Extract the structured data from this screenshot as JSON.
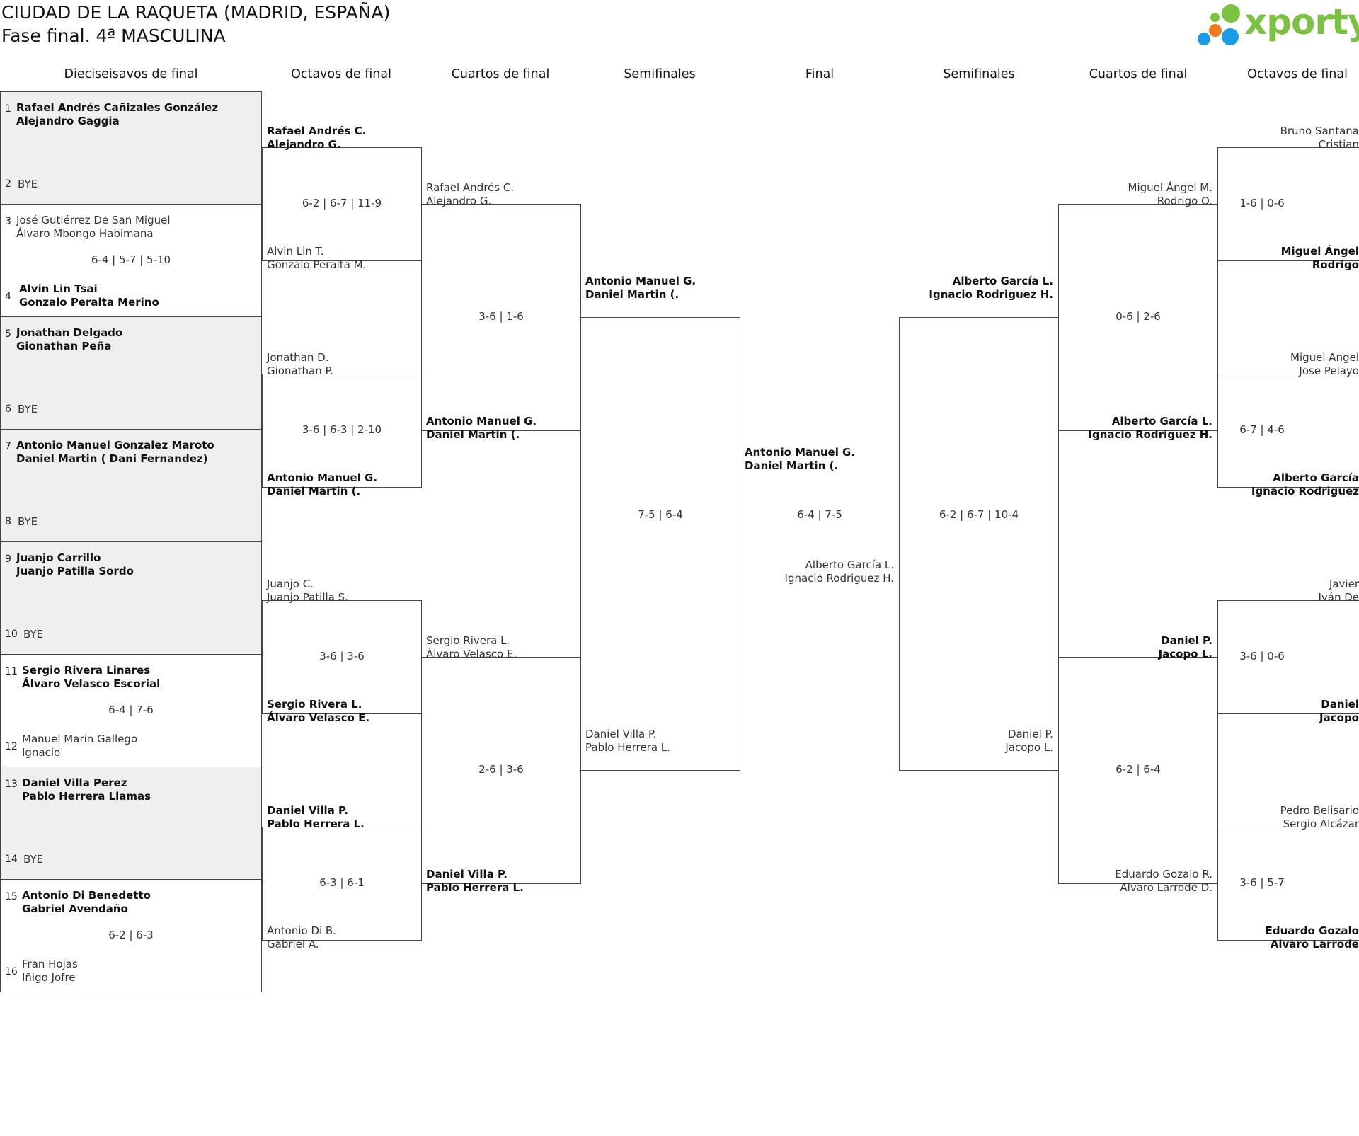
{
  "header": {
    "title_line1": "CIUDAD DE LA RAQUETA (MADRID, ESPAÑA)",
    "title_line2": "Fase final. 4ª MASCULINA",
    "logo_text": "xporty",
    "logo_colors": {
      "text": "#7cc242",
      "green": "#7cc242",
      "orange": "#f07c1c",
      "blue": "#1a9be6"
    }
  },
  "columns": [
    "Dieciseisavos de final",
    "Octavos de final",
    "Cuartos de final",
    "Semifinales",
    "Final",
    "Semifinales",
    "Cuartos de final",
    "Octavos de final"
  ],
  "r32": [
    {
      "seed_a": "1",
      "a": [
        "Rafael Andrés Cañizales González",
        "Alejandro Gaggia"
      ],
      "seed_b": "2",
      "b": "BYE",
      "score": "",
      "winner": "a"
    },
    {
      "seed_a": "3",
      "a": [
        "José Gutiérrez De San Miguel",
        "Álvaro Mbongo Habimana"
      ],
      "seed_b": "4",
      "b": [
        "Alvin Lin Tsai",
        "Gonzalo Peralta Merino"
      ],
      "score": "6-4 | 5-7 | 5-10",
      "winner": "b"
    },
    {
      "seed_a": "5",
      "a": [
        "Jonathan Delgado",
        "Gionathan Peña"
      ],
      "seed_b": "6",
      "b": "BYE",
      "score": "",
      "winner": "a"
    },
    {
      "seed_a": "7",
      "a": [
        "Antonio Manuel Gonzalez Maroto",
        "Daniel Martin ( Dani Fernandez)"
      ],
      "seed_b": "8",
      "b": "BYE",
      "score": "",
      "winner": "a"
    },
    {
      "seed_a": "9",
      "a": [
        "Juanjo Carrillo",
        "Juanjo Patilla Sordo"
      ],
      "seed_b": "10",
      "b": "BYE",
      "score": "",
      "winner": "a"
    },
    {
      "seed_a": "11",
      "a": [
        "Sergio Rivera Linares",
        "Álvaro Velasco Escorial"
      ],
      "seed_b": "12",
      "b": [
        "Manuel Marin Gallego",
        "Ignacio"
      ],
      "score": "6-4 | 7-6",
      "winner": "a"
    },
    {
      "seed_a": "13",
      "a": [
        "Daniel Villa Perez",
        "Pablo Herrera Llamas"
      ],
      "seed_b": "14",
      "b": "BYE",
      "score": "",
      "winner": "a"
    },
    {
      "seed_a": "15",
      "a": [
        "Antonio Di Benedetto",
        "Gabriel Avendaño"
      ],
      "seed_b": "16",
      "b": [
        "Fran Hojas",
        "Iñigo Jofre"
      ],
      "score": "6-2 | 6-3",
      "winner": "a"
    }
  ],
  "r16_left": [
    {
      "a": [
        "Rafael Andrés C.",
        "Alejandro G."
      ],
      "b": [
        "Alvin Lin T.",
        "Gonzalo Peralta M."
      ],
      "score": "6-2 | 6-7 | 11-9",
      "winner": "a"
    },
    {
      "a": [
        "Jonathan D.",
        "Gionathan P."
      ],
      "b": [
        "Antonio Manuel G.",
        "Daniel Martin (."
      ],
      "score": "3-6 | 6-3 | 2-10",
      "winner": "b"
    },
    {
      "a": [
        "Juanjo C.",
        "Juanjo Patilla S."
      ],
      "b": [
        "Sergio Rivera L.",
        "Álvaro Velasco E."
      ],
      "score": "3-6 | 3-6",
      "winner": "b"
    },
    {
      "a": [
        "Daniel Villa P.",
        "Pablo Herrera L."
      ],
      "b": [
        "Antonio Di B.",
        "Gabriel A."
      ],
      "score": "6-3 | 6-1",
      "winner": "a"
    }
  ],
  "qf_left": [
    {
      "a": [
        "Rafael Andrés C.",
        "Alejandro G."
      ],
      "b": [
        "Antonio Manuel G.",
        "Daniel Martin (."
      ],
      "score": "3-6 | 1-6",
      "winner": "b"
    },
    {
      "a": [
        "Sergio Rivera L.",
        "Álvaro Velasco E."
      ],
      "b": [
        "Daniel Villa P.",
        "Pablo Herrera L."
      ],
      "score": "2-6 | 3-6",
      "winner": "b"
    }
  ],
  "sf_left": {
    "a": [
      "Antonio Manuel G.",
      "Daniel Martin (."
    ],
    "b": [
      "Daniel Villa P.",
      "Pablo Herrera L."
    ],
    "score": "7-5 | 6-4",
    "winner": "a"
  },
  "final": {
    "a": [
      "Antonio Manuel G.",
      "Daniel Martin (."
    ],
    "b": [
      "Alberto García L.",
      "Ignacio Rodriguez H."
    ],
    "score": "6-4 | 7-5",
    "winner": "a"
  },
  "sf_right": {
    "a": [
      "Alberto García L.",
      "Ignacio Rodriguez H."
    ],
    "b": [
      "Daniel P.",
      "Jacopo L."
    ],
    "score": "6-2 | 6-7 | 10-4",
    "winner": "a"
  },
  "qf_right": [
    {
      "a": [
        "Miguel Ángel M.",
        "Rodrigo O."
      ],
      "b": [
        "Alberto García L.",
        "Ignacio Rodriguez H."
      ],
      "score": "0-6 | 2-6",
      "winner": "b"
    },
    {
      "a": [
        "Daniel P.",
        "Jacopo L."
      ],
      "b": [
        "Eduardo Gozalo R.",
        "Alvaro Larrode D."
      ],
      "score": "6-2 | 6-4",
      "winner": "a"
    }
  ],
  "r16_right": [
    {
      "a": [
        "Bruno Santana",
        "Cristian"
      ],
      "b": [
        "Miguel Ángel",
        "Rodrigo"
      ],
      "score": "1-6 | 0-6",
      "winner": "b"
    },
    {
      "a": [
        "Miguel Angel",
        "Jose Pelayo"
      ],
      "b": [
        "Alberto García",
        "Ignacio Rodriguez"
      ],
      "score": "6-7 | 4-6",
      "winner": "b"
    },
    {
      "a": [
        "Javier",
        "Iván De"
      ],
      "b": [
        "Daniel",
        "Jacopo"
      ],
      "score": "3-6 | 0-6",
      "winner": "b"
    },
    {
      "a": [
        "Pedro Belisario",
        "Sergio Alcázar"
      ],
      "b": [
        "Eduardo Gozalo",
        "Alvaro Larrode"
      ],
      "score": "3-6 | 5-7",
      "winner": "b"
    }
  ]
}
